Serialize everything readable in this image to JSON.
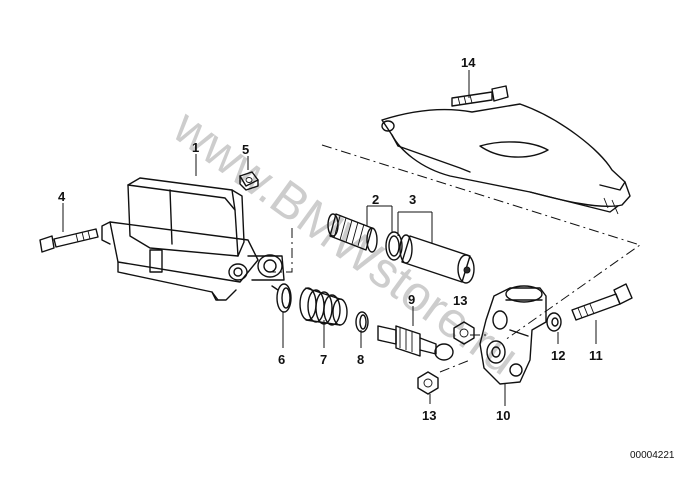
{
  "callouts": {
    "c1": "1",
    "c2": "2",
    "c3": "3",
    "c4": "4",
    "c5": "5",
    "c6": "6",
    "c7": "7",
    "c8": "8",
    "c9": "9",
    "c10": "10",
    "c11": "11",
    "c12": "12",
    "c13a": "13",
    "c13b": "13",
    "c14": "14"
  },
  "diagram_code": "00004221",
  "watermark": "www.BMWstore.ru"
}
